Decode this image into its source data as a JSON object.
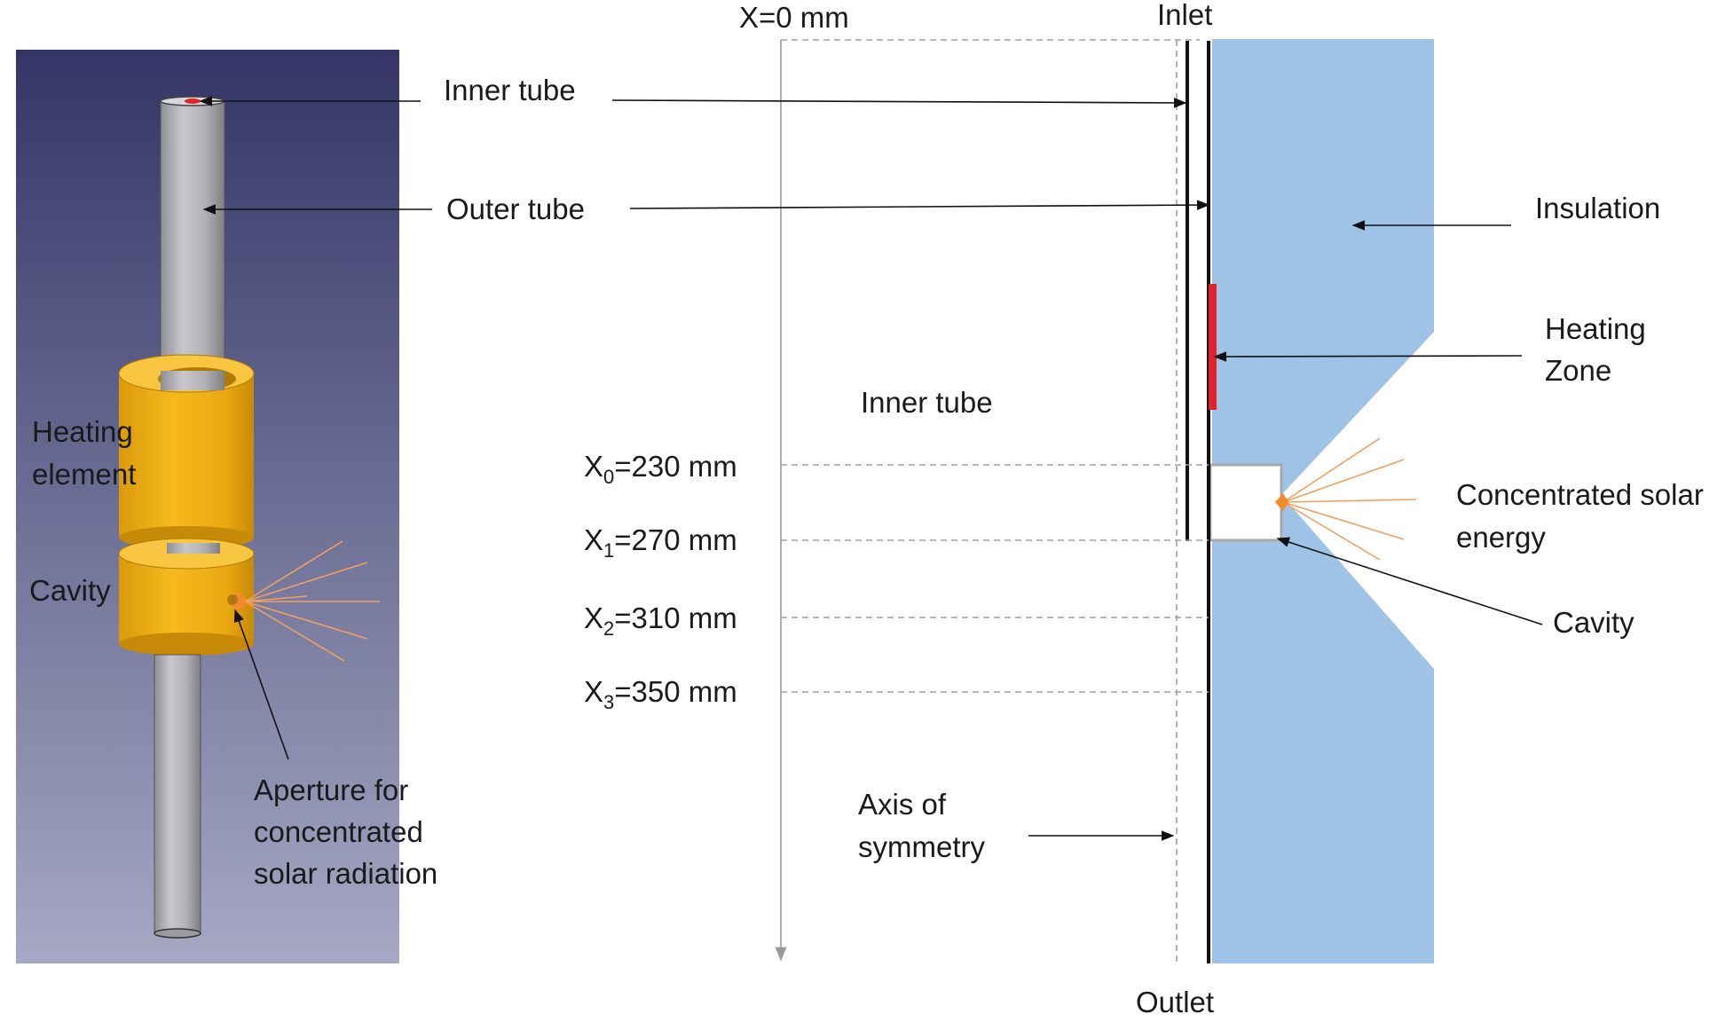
{
  "left_labels": {
    "inner_tube": "Inner tube",
    "outer_tube": "Outer tube",
    "heating_element_1": "Heating",
    "heating_element_2": "element",
    "cavity": "Cavity",
    "aperture_1": "Aperture for",
    "aperture_2": "concentrated",
    "aperture_3": "solar radiation"
  },
  "right_labels": {
    "x_origin": "X=0 mm",
    "inlet": "Inlet",
    "outlet": "Outlet",
    "inner_tube": "Inner tube",
    "insulation": "Insulation",
    "heating_zone_1": "Heating",
    "heating_zone_2": "Zone",
    "solar_1": "Concentrated solar",
    "solar_2": "energy",
    "cavity": "Cavity",
    "axis_1": "Axis of",
    "axis_2": "symmetry"
  },
  "positions": [
    {
      "prefix": "X",
      "sub": "0",
      "value": "=230 mm"
    },
    {
      "prefix": "X",
      "sub": "1",
      "value": "=270 mm"
    },
    {
      "prefix": "X",
      "sub": "2",
      "value": "=310 mm"
    },
    {
      "prefix": "X",
      "sub": "3",
      "value": "=350 mm"
    }
  ],
  "colors": {
    "insulation": "#9fc3e7",
    "heating": "#e0242a",
    "gold": "#f3b117",
    "tube": "#b6b6bb",
    "ray": "#f0a060",
    "panel_top": "#343566",
    "panel_bottom": "#a6a8c4"
  }
}
